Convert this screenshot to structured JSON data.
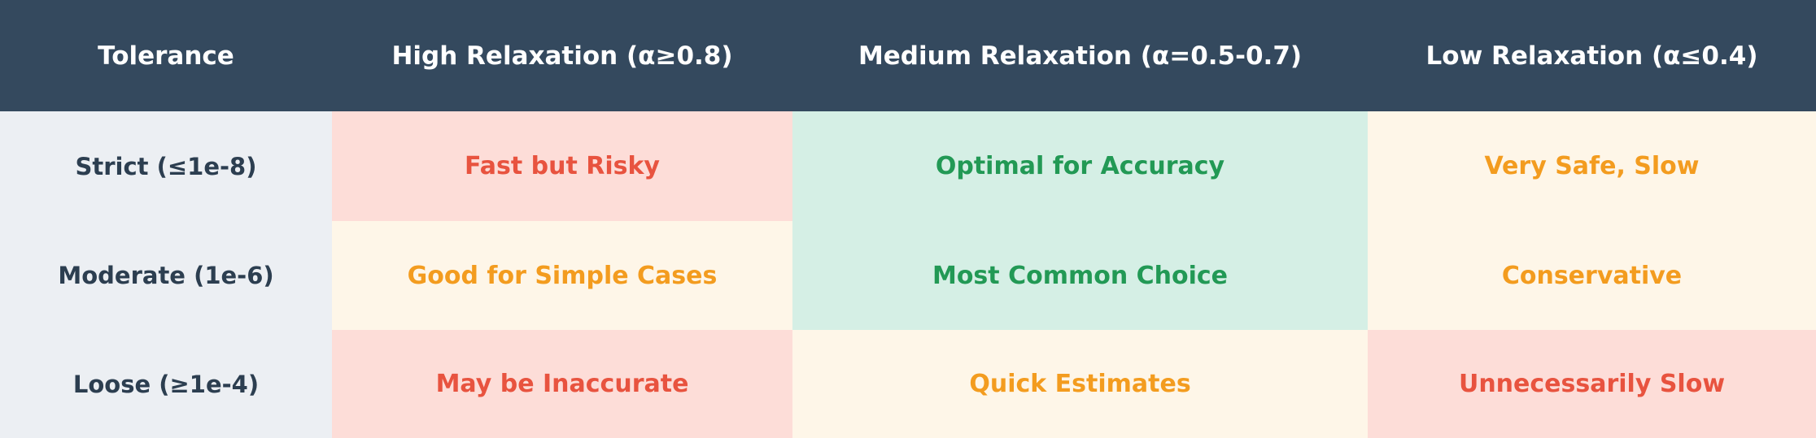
{
  "table": {
    "headers": [
      "Tolerance",
      "High Relaxation (α≥0.8)",
      "Medium Relaxation (α=0.5-0.7)",
      "Low Relaxation (α≤0.4)"
    ],
    "rows": [
      {
        "label": "Strict (≤1e-8)",
        "cells": [
          {
            "text": "Fast but Risky",
            "tone": "red"
          },
          {
            "text": "Optimal for Accuracy",
            "tone": "green"
          },
          {
            "text": "Very Safe, Slow",
            "tone": "amber"
          }
        ]
      },
      {
        "label": "Moderate (1e-6)",
        "cells": [
          {
            "text": "Good for Simple Cases",
            "tone": "amber"
          },
          {
            "text": "Most Common Choice",
            "tone": "green"
          },
          {
            "text": "Conservative",
            "tone": "amber"
          }
        ]
      },
      {
        "label": "Loose (≥1e-4)",
        "cells": [
          {
            "text": "May be Inaccurate",
            "tone": "red"
          },
          {
            "text": "Quick Estimates",
            "tone": "amber"
          },
          {
            "text": "Unnecessarily Slow",
            "tone": "red"
          }
        ]
      }
    ]
  },
  "colors": {
    "header_bg": "#34495e",
    "header_text": "#ffffff",
    "row_label_bg": "#eceff3",
    "row_label_text": "#2c3e50",
    "red_bg": "#fdddd8",
    "red_text": "#e8533f",
    "green_bg": "#d5efe5",
    "green_text": "#229955",
    "amber_bg": "#fef6e8",
    "amber_text": "#f39c1f"
  }
}
